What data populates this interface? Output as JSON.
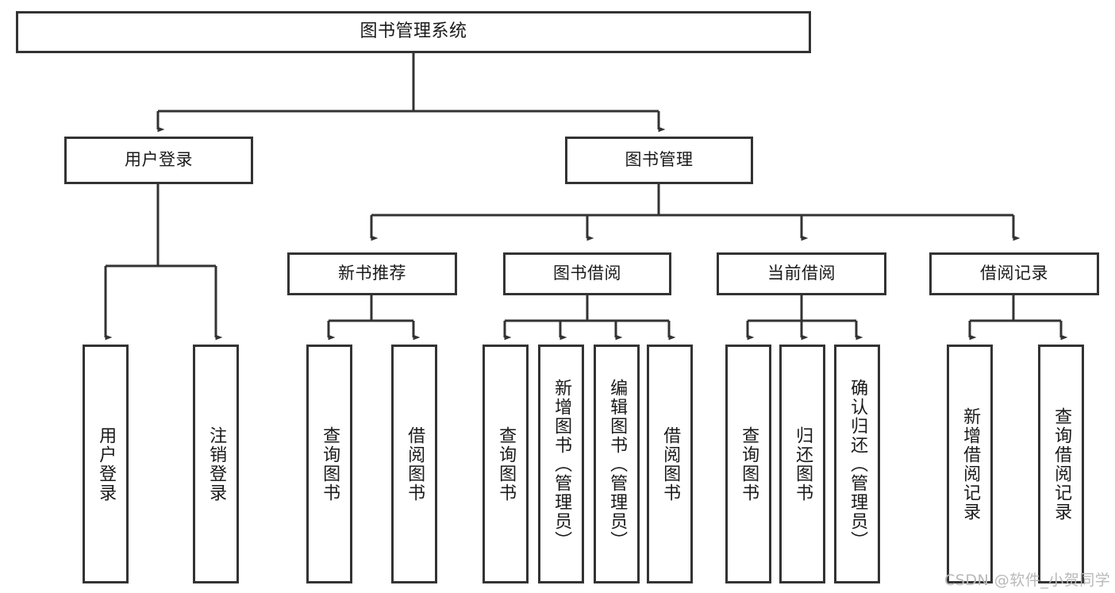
{
  "diagram": {
    "title": "图书管理系统",
    "type": "tree-hierarchy",
    "orientation": "top-down",
    "stroke_color": "#333333",
    "node_fill": "#ffffff",
    "text_color": "#1a1a1a",
    "nodes": {
      "root": {
        "label": "图书管理系统"
      },
      "level2": [
        {
          "id": "user-login",
          "label": "用户登录"
        },
        {
          "id": "book-manage",
          "label": "图书管理"
        }
      ],
      "level3": [
        {
          "id": "new-book-rec",
          "label": "新书推荐"
        },
        {
          "id": "book-borrow",
          "label": "图书借阅"
        },
        {
          "id": "current-borrow",
          "label": "当前借阅"
        },
        {
          "id": "borrow-record",
          "label": "借阅记录"
        }
      ],
      "leaves": {
        "user_login": [
          {
            "id": "leaf-user-login",
            "label": "用户登录"
          },
          {
            "id": "leaf-logout-login",
            "label": "注销登录"
          }
        ],
        "new_book_rec": [
          {
            "id": "leaf-query-book-1",
            "label": "查询图书"
          },
          {
            "id": "leaf-borrow-book-1",
            "label": "借阅图书"
          }
        ],
        "book_borrow": [
          {
            "id": "leaf-query-book-2",
            "label": "查询图书"
          },
          {
            "id": "leaf-add-book",
            "label": "新增图书（管理员）"
          },
          {
            "id": "leaf-edit-book",
            "label": "编辑图书（管理员）"
          },
          {
            "id": "leaf-borrow-book-2",
            "label": "借阅图书"
          }
        ],
        "current_borrow": [
          {
            "id": "leaf-query-book-3",
            "label": "查询图书"
          },
          {
            "id": "leaf-return-book",
            "label": "归还图书"
          },
          {
            "id": "leaf-confirm-return",
            "label": "确认归还（管理员）"
          }
        ],
        "borrow_record": [
          {
            "id": "leaf-add-record",
            "label": "新增借阅记录"
          },
          {
            "id": "leaf-query-record",
            "label": "查询借阅记录"
          }
        ]
      }
    },
    "watermark": "CSDN @软件_小贺同学"
  }
}
